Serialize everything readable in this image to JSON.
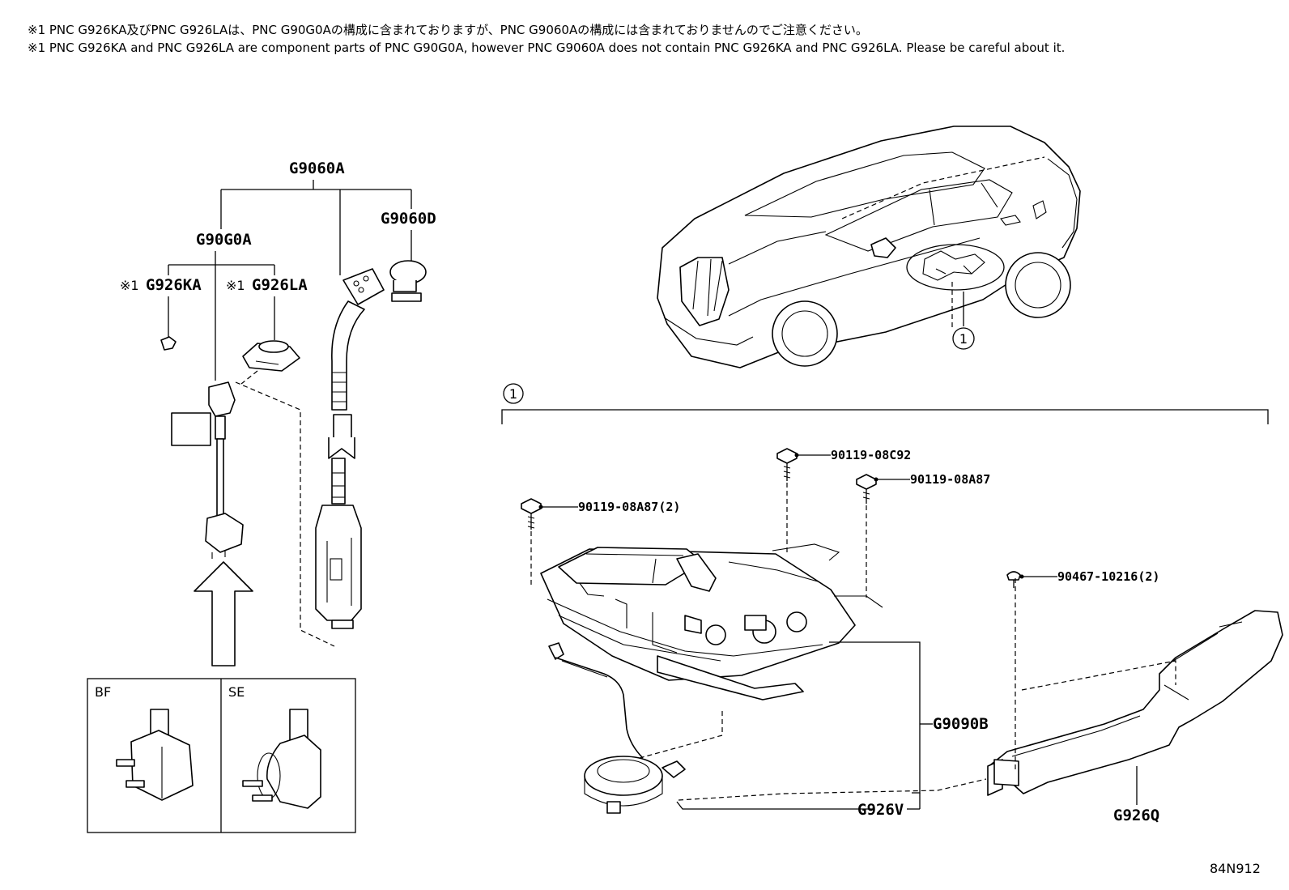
{
  "notes": {
    "japanese": "※1 PNC G926KA及びPNC G926LAは、PNC G90G0Aの構成に含まれておりますが、PNC G9060Aの構成には含まれておりませんのでご注意ください。",
    "english": "※1 PNC G926KA and PNC G926LA are component parts of PNC G90G0A, however PNC G9060A does not contain PNC G926KA and PNC G926LA. Please be careful about it."
  },
  "charger_assembly": {
    "top_code": "G9060A",
    "sub_code": "G90G0A",
    "holder_code": "G9060D",
    "note_mark_1": "※1",
    "note_mark_2": "※1",
    "label_code_1": "G926KA",
    "label_code_2": "G926LA"
  },
  "plug_variants": {
    "left_label": "BF",
    "right_label": "SE"
  },
  "callouts": {
    "car_marker": "1",
    "section_marker": "1"
  },
  "fasteners": {
    "bolt_top": "90119-08C92",
    "bolt_right": "90119-08A87",
    "bolt_left": "90119-08A87(2)",
    "clip": "90467-10216(2)"
  },
  "parts": {
    "charger_unit": "G9090B",
    "sensor": "G926V",
    "duct": "G926Q"
  },
  "diagram_id": "84N912"
}
